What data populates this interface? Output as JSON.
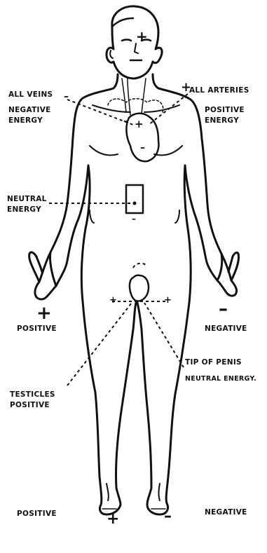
{
  "labels": {
    "all_veins": "ALL VEINS",
    "negative_energy_top": "NEGATIVE\nENERGY",
    "all_arteries": "ALL ARTERIES",
    "positive_energy_top": "POSITIVE\nENERGY",
    "neutral_energy": "NEUTRAL\nENERGY",
    "left_hand": "POSITIVE",
    "right_hand": "NEGATIVE",
    "tip_of_penis": "TIP OF PENIS",
    "neutral_energy_tip": "NEUTRAL ENERGY.",
    "testicles": "TESTICLES\nPOSITIVE",
    "left_foot": "POSITIVE",
    "right_foot": "NEGATIVE"
  },
  "signs": {
    "plus": "+",
    "minus": "–"
  },
  "colors": {
    "ink": "#111111",
    "paper": "#ffffff"
  }
}
